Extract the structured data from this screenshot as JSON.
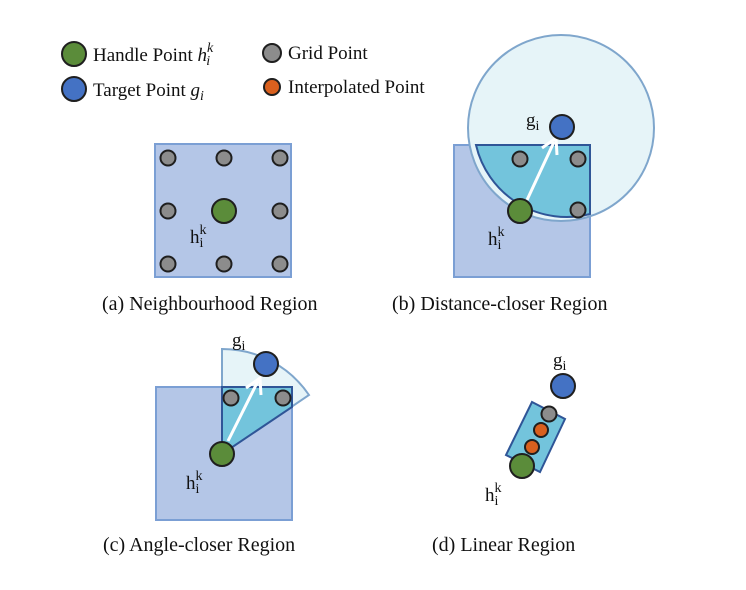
{
  "legend": {
    "handle": {
      "text": "Handle Point ",
      "math_base": "h",
      "math_sub": "i",
      "math_sup": "k"
    },
    "grid": {
      "text": "Grid Point"
    },
    "target": {
      "text": "Target Point ",
      "math_base": "g",
      "math_sub": "i"
    },
    "interpolated": {
      "text": "Interpolated Point"
    }
  },
  "labels": {
    "h_base": "h",
    "h_sub": "i",
    "h_sup": "k",
    "g_base": "g",
    "g_sub": "i"
  },
  "captions": {
    "a": "(a) Neighbourhood Region",
    "b": "(b) Distance-closer Region",
    "c": "(c) Angle-closer Region",
    "d": "(d) Linear Region"
  },
  "colors": {
    "handle": "#5b8c3a",
    "grid": "#8c8c8c",
    "target": "#4472c4",
    "interpolated": "#d9601e",
    "region_square_fill": "#b4c6e7",
    "region_square_stroke": "#7b9fd4",
    "light_circle_fill": "#e6f4f8",
    "light_circle_stroke": "#7fa6cc",
    "overlap_fill": "#73c4dc",
    "overlap_stroke": "#2f5597",
    "point_stroke": "#1f1f1f"
  }
}
